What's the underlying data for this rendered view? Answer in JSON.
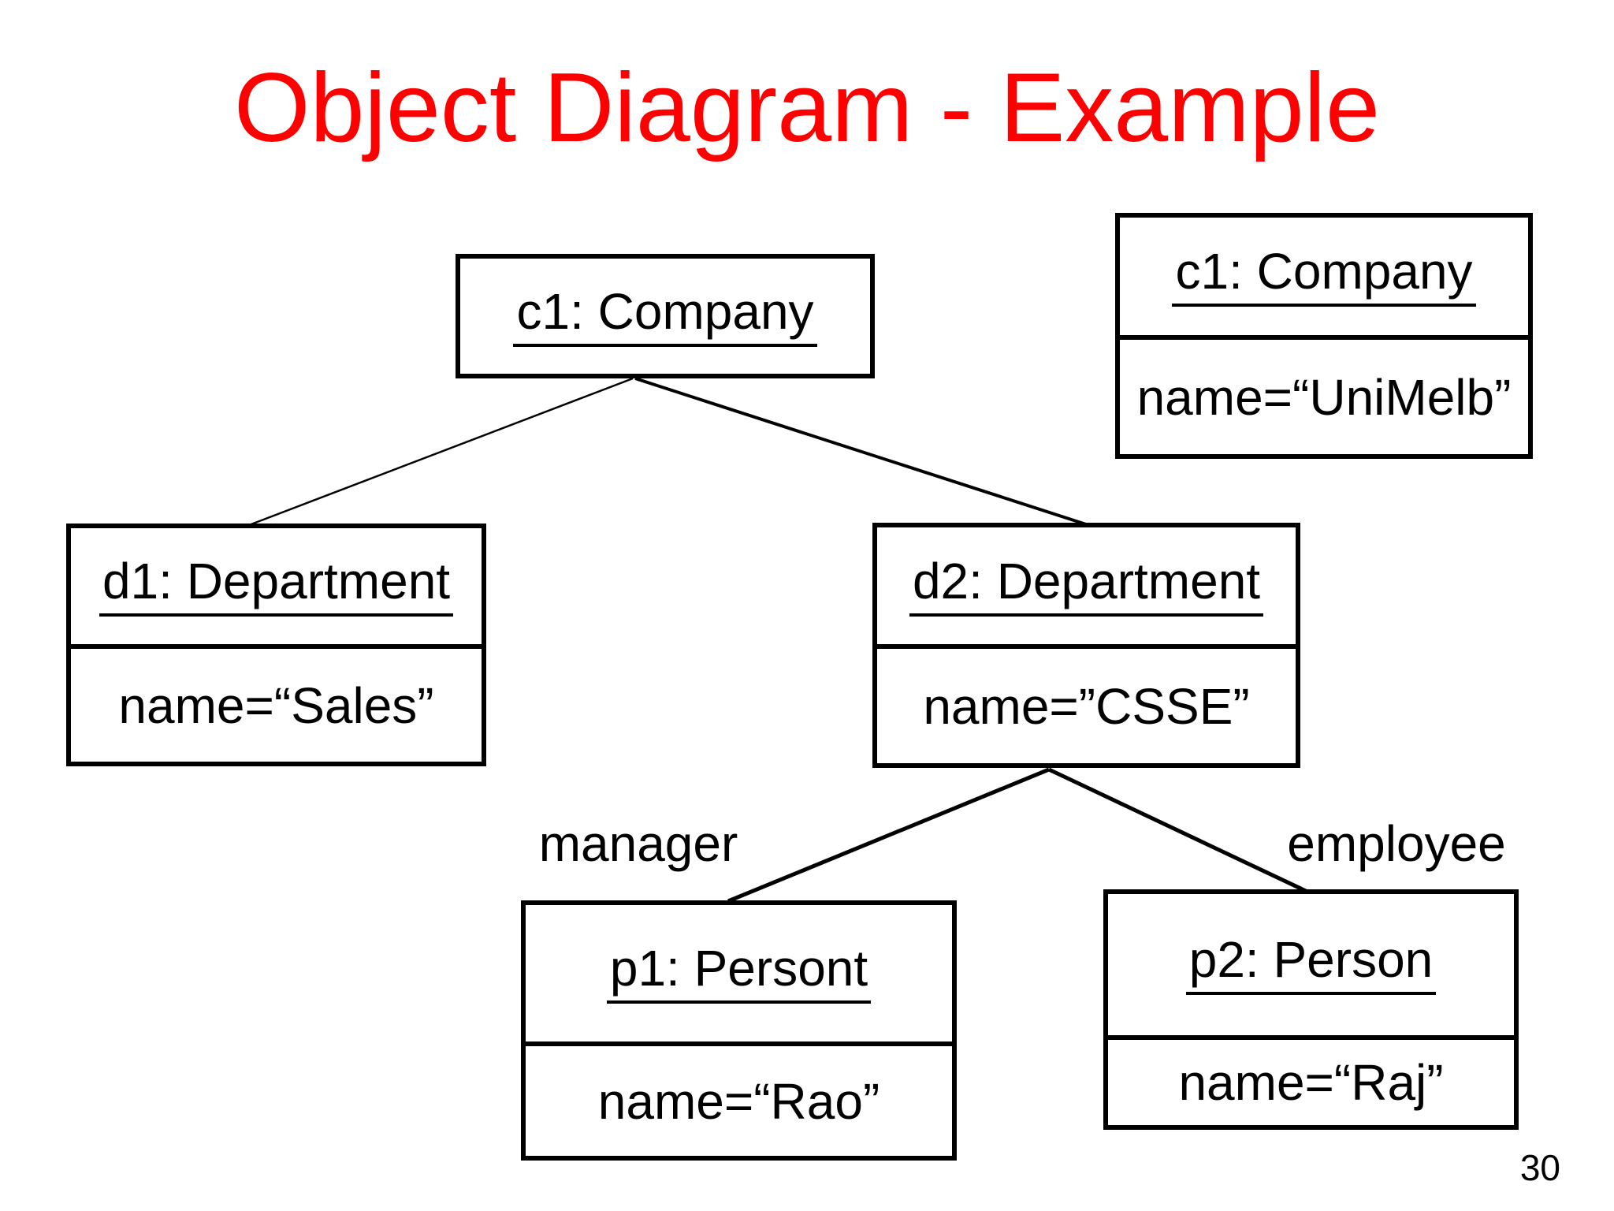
{
  "slide": {
    "title": "Object Diagram - Example",
    "page_number": "30"
  },
  "colors": {
    "title_red": "#FF0000",
    "diagram_black": "#000000",
    "background": "#FFFFFF"
  },
  "objects": {
    "c1_main": {
      "title": "c1: Company"
    },
    "c1_detail": {
      "title": "c1: Company",
      "attribute": "name=“UniMelb”"
    },
    "d1": {
      "title": "d1: Department",
      "attribute": "name=“Sales”"
    },
    "d2": {
      "title": "d2: Department",
      "attribute": "name=”CSSE”"
    },
    "p1": {
      "title": "p1: Persont",
      "attribute": "name=“Rao”"
    },
    "p2": {
      "title": "p2: Person",
      "attribute": "name=“Raj”"
    }
  },
  "edges": [
    {
      "from": "c1",
      "to": "d1",
      "label": ""
    },
    {
      "from": "c1",
      "to": "d2",
      "label": ""
    },
    {
      "from": "d2",
      "to": "p1",
      "label": "manager"
    },
    {
      "from": "d2",
      "to": "p2",
      "label": "employee"
    }
  ]
}
